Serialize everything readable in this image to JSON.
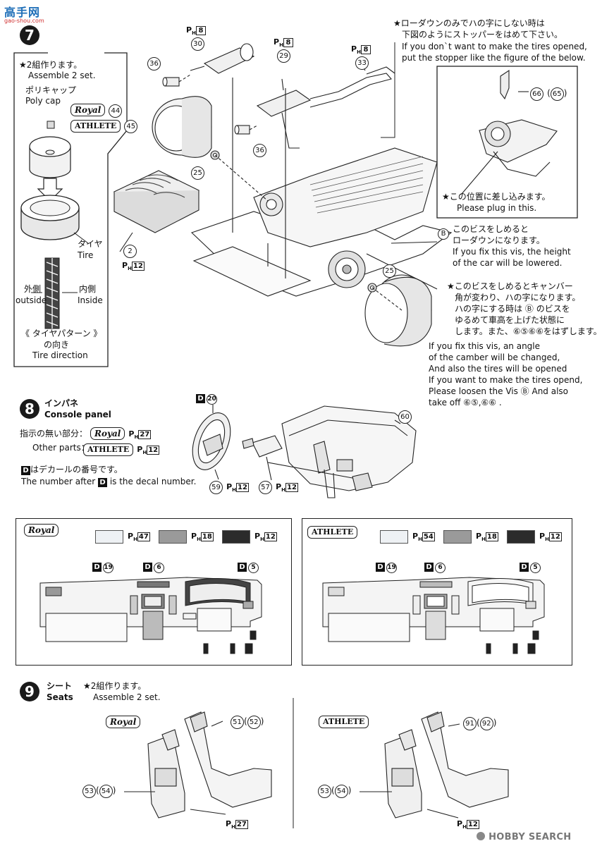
{
  "watermark": {
    "brand_cn": "高手网",
    "site": "gao-shou.com"
  },
  "step7": {
    "number": "7",
    "assemble_jp": "★2組作ります。",
    "assemble_en": "Assemble 2 set.",
    "polycap_jp": "ポリキャップ",
    "polycap_en": "Poly cap",
    "royal": "Royal",
    "athlete": "ATHLETE",
    "royal_part": "44",
    "athlete_part": "45",
    "tire_jp": "タイヤ",
    "tire_en": "Tire",
    "outside_jp": "外側",
    "outside_en": "outside",
    "inside_jp": "内側",
    "inside_en": "Inside",
    "pattern_jp1": "《 タイヤパターン 》",
    "pattern_jp2": "の向き",
    "pattern_en": "Tire direction",
    "parts": {
      "p30": "30",
      "p29": "29",
      "p33": "33",
      "p36a": "36",
      "p36b": "36",
      "p25a": "25",
      "p25b": "25",
      "p2": "2",
      "p66": "66",
      "p65": "65",
      "vis": "B"
    },
    "ph": {
      "p30": "8",
      "p29": "8",
      "p33": "8",
      "p2": "12"
    },
    "stopper_jp1": "★ローダウンのみでハの字にしない時は",
    "stopper_jp2": "下図のようにストッパーをはめて下さい。",
    "stopper_en1": "If you don`t want to make the tires opened,",
    "stopper_en2": "put the stopper like the figure of the below.",
    "plug_jp": "★この位置に差し込みます。",
    "plug_en": "Please plug in this.",
    "vis_jp1": "このビスをしめると",
    "vis_jp2": "ローダウンになります。",
    "vis_en1": "If you fix this vis, the height",
    "vis_en2": "of the car will be lowered.",
    "camber_jp1": "★このビスをしめるとキャンバー",
    "camber_jp2": "角が変わり、ハの字になります。",
    "camber_jp3": "ハの字にする時は Ⓑ のビスを",
    "camber_jp4": "ゆるめて車高を上げた状態に",
    "camber_jp5": "します。また、⑥⑤⑥⑥をはずします。",
    "camber_en1": "If you fix this vis, an angle",
    "camber_en2": "of the camber will be changed,",
    "camber_en3": "And also the tires will be opened",
    "camber_en4": "If you want to make the tires opend,",
    "camber_en5": "Please loosen the Vis Ⓑ And also",
    "camber_en6": "take off ⑥⑤,⑥⑥ ."
  },
  "step8": {
    "number": "8",
    "title_jp": "インパネ",
    "title_en": "Console panel",
    "instr_jp": "指示の無い部分：",
    "instr_en": "Other parts：",
    "royal": "Royal",
    "athlete": "ATHLETE",
    "royal_ph": "27",
    "athlete_ph": "12",
    "decal_jp": "はデカールの番号です。",
    "decal_en_pre": "The number after",
    "decal_en_post": "is the decal number.",
    "decal_letter": "D",
    "wheel_decal": "20",
    "part60": "60",
    "part59": "59",
    "part57": "57",
    "ph59": "12",
    "ph57": "12"
  },
  "colors_royal": {
    "badge": "Royal",
    "ph1": "47",
    "ph2": "18",
    "ph3": "12",
    "c1": "#eef1f4",
    "c2": "#9a9a9a",
    "c3": "#2b2b2b"
  },
  "colors_athlete": {
    "badge": "ATHLETE",
    "ph1": "54",
    "ph2": "18",
    "ph3": "12",
    "c1": "#eef1f4",
    "c2": "#9a9a9a",
    "c3": "#2b2b2b"
  },
  "dash_decals": {
    "d19": "19",
    "d6": "6",
    "d5": "5"
  },
  "step9": {
    "number": "9",
    "title_jp": "シート",
    "title_en": "Seats",
    "assemble_jp": "★2組作ります。",
    "assemble_en": "Assemble 2 set.",
    "royal": "Royal",
    "athlete": "ATHLETE",
    "royal_back": "51",
    "royal_back_alt": "52",
    "royal_seat": "53",
    "royal_seat_alt": "54",
    "royal_ph": "27",
    "ath_back": "91",
    "ath_back_alt": "92",
    "ath_seat": "53",
    "ath_seat_alt": "54",
    "ath_ph": "12"
  },
  "footer": {
    "brand": "HOBBY SEARCH"
  }
}
